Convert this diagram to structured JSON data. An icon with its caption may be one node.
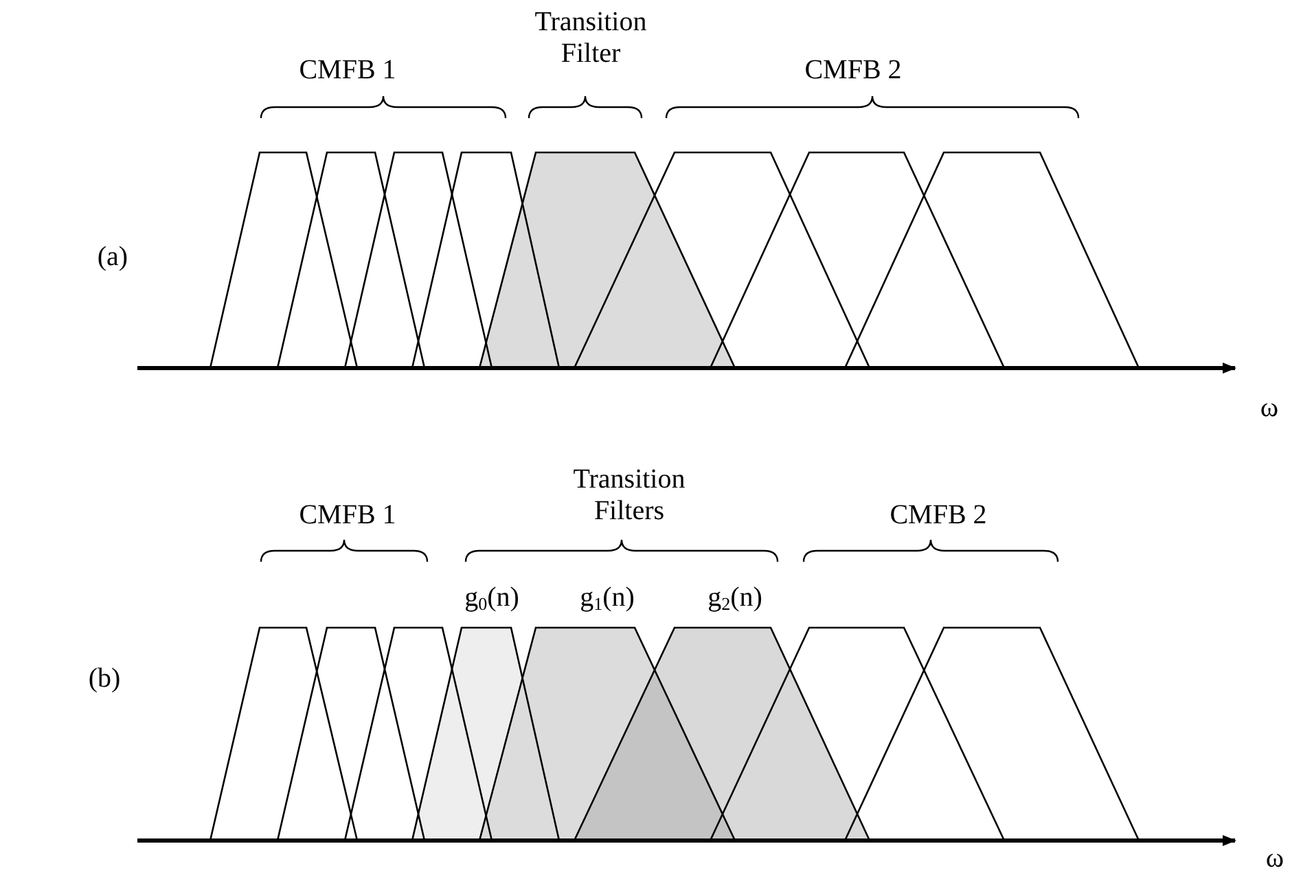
{
  "diagram": {
    "labels": [
      "CMFB 1",
      "Transition Filter",
      "CMFB 2",
      "(a)",
      "ω",
      "CMFB 1",
      "Transition Filters",
      "CMFB 2",
      "g$_{0}$(n)",
      "g$_{1}$(n)",
      "g$_{2}$(n)",
      "(b)",
      "ω"
    ]
  }
}
